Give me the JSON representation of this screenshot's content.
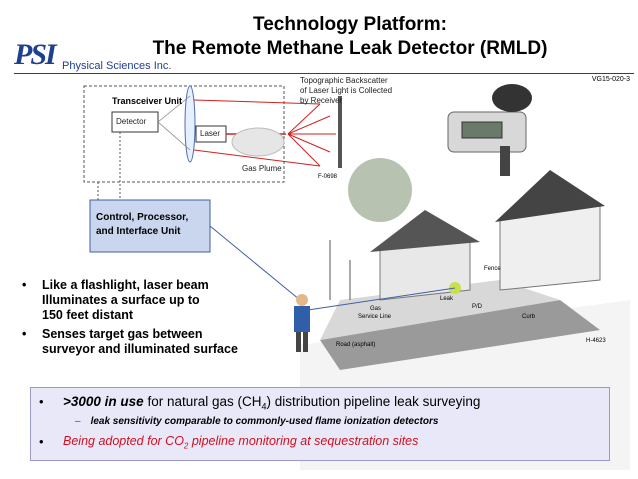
{
  "header": {
    "title_line1": "Technology Platform:",
    "title_line2": "The Remote Methane Leak Detector (RMLD)",
    "logo_text": "PSI",
    "company": "Physical Sciences Inc.",
    "slide_code": "VG15-020-3"
  },
  "diagram": {
    "transceiver_label": "Transceiver Unit",
    "detector_label": "Detector",
    "laser_label": "Laser",
    "backscatter_label_1": "Topographic Backscatter",
    "backscatter_label_2": "of Laser Light is Collected",
    "backscatter_label_3": "by Receiver",
    "gas_plume_label": "Gas Plume",
    "figure_code_1": "F-0698",
    "control_label_1": "Control, Processor,",
    "control_label_2": "and Interface Unit",
    "scene_labels": {
      "fence": "Fence",
      "leak": "Leak",
      "pd": "P/D",
      "curb": "Curb",
      "gas_service": "Gas",
      "service_line": "Service Line",
      "road": "Road (asphalt)",
      "figure_code_2": "H-4623"
    }
  },
  "bullets": [
    {
      "l1": "Like a flashlight, laser beam",
      "l2": "Illuminates a surface up to",
      "l3": "150 feet distant"
    },
    {
      "l1": "Senses target gas between",
      "l2": "surveyor and illuminated surface"
    }
  ],
  "bottom": {
    "b1_bold": ">3000 in use",
    "b1_rest": " for natural gas (CH",
    "b1_sub": "4",
    "b1_end": ") distribution pipeline leak surveying",
    "dash": "–",
    "sub_text": "leak sensitivity comparable to commonly-used flame ionization detectors",
    "b2_start": "Being adopted for CO",
    "b2_sub": "2",
    "b2_end": " pipeline monitoring at sequestration sites"
  },
  "colors": {
    "brand_blue": "#1f3f8f",
    "accent_red": "#d01020",
    "box_fill": "#e8e8f8"
  }
}
